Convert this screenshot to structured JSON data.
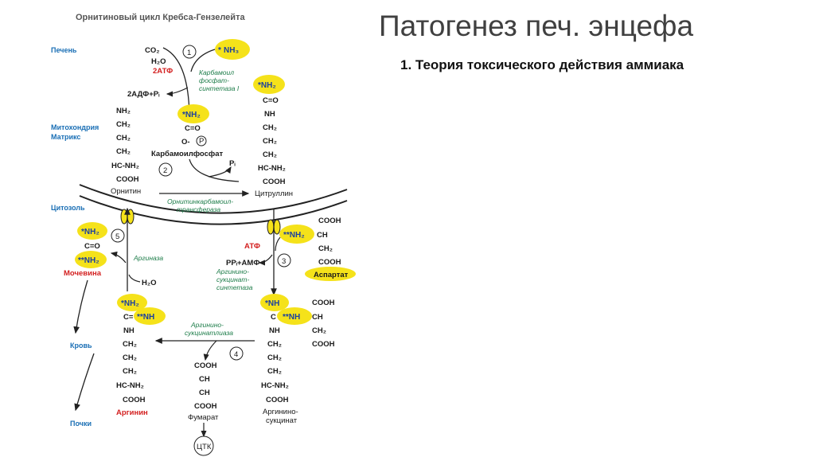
{
  "slide": {
    "title": "Патогенез печ. энцефа",
    "subtitle": "1. Теория токсического действия аммиака"
  },
  "diagram": {
    "header": "Орнитиновый цикл Кребса-Гензелейта",
    "compartments": {
      "liver": "Печень",
      "mito": "Митохондрия",
      "matrix": "Матрикс",
      "cytosol": "Цитозоль",
      "blood": "Кровь",
      "kidneys": "Почки"
    },
    "steps": [
      "1",
      "2",
      "3",
      "4",
      "5"
    ],
    "step1": {
      "co2": "CO₂",
      "nh3_star": "*",
      "nh3": "NH₃",
      "h2o": "H₂O",
      "atp": "2АТФ",
      "adp": "2АДФ+Pᵢ",
      "enzyme": [
        "Карбамоил",
        "фосфат-",
        "синтетаза I"
      ]
    },
    "carbamoyl": {
      "nh2": "*NH₂",
      "c": "C=O",
      "o": "O-",
      "p": "P",
      "name": "Карбамоилфосфат",
      "pi": "Pᵢ"
    },
    "ornithine": {
      "lines": [
        "NH₂",
        "CH₂",
        "CH₂",
        "CH₂",
        "HC-NH₂",
        "COOH"
      ],
      "name": "Орнитин"
    },
    "citrulline": {
      "nh2": "*NH₂",
      "lines": [
        "C=O",
        "NH",
        "CH₂",
        "CH₂",
        "CH₂",
        "HC-NH₂",
        "COOH"
      ],
      "name": "Цитруллин"
    },
    "step2_enzyme": [
      "Орнитинкарбамоил-",
      "трансфераза"
    ],
    "aspartate": {
      "nh2": "**NH₂",
      "lines": [
        "COOH",
        "CH",
        "CH₂",
        "COOH"
      ],
      "name": "Аспартат"
    },
    "step3": {
      "atp": "АТФ",
      "ppi": "PPᵢ+АМФ",
      "enzyme": [
        "Аргинино-",
        "сукцинат-",
        "синтетаза"
      ]
    },
    "argininosuccinate": {
      "nh": "*NH",
      "c": "C",
      "nh2": "**NH",
      "left": [
        "NH",
        "CH₂",
        "CH₂",
        "CH₂",
        "HC-NH₂",
        "COOH"
      ],
      "right": [
        "COOH",
        "CH",
        "CH₂",
        "COOH"
      ],
      "name": [
        "Аргинино-",
        "сукцинат"
      ]
    },
    "step4_enzyme": [
      "Аргинино-",
      "сукцинатлиаза"
    ],
    "fumarate": {
      "lines": [
        "COOH",
        "CH",
        "CH",
        "COOH"
      ],
      "name": "Фумарат",
      "tca": "ЦТК"
    },
    "arginine": {
      "nh2": "*NH₂",
      "c": "C=",
      "nh": "**NH",
      "lines": [
        "NH",
        "CH₂",
        "CH₂",
        "CH₂",
        "HC-NH₂",
        "COOH"
      ],
      "name": "Аргинин"
    },
    "urea": {
      "nh2a": "*NH₂",
      "c": "C=O",
      "nh2b": "**NH₂",
      "name": "Мочевина"
    },
    "step5": {
      "enzyme": "Аргиназа",
      "h2o": "H₂O"
    },
    "colors": {
      "highlight": "#f5e21a",
      "label_blue": "#1a6fb5",
      "enzyme_green": "#1e7d4a",
      "red": "#d32020"
    }
  }
}
